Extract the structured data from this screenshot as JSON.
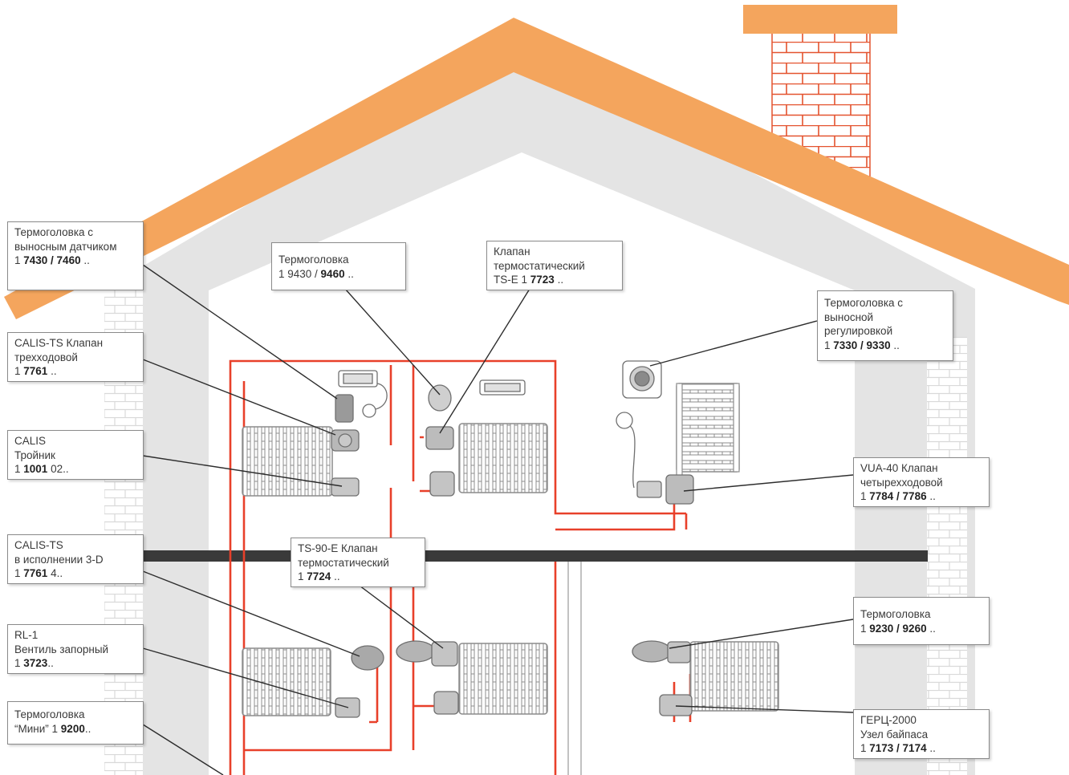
{
  "colors": {
    "roof": "#f4a55d",
    "wall": "#e4e4e4",
    "brick_line": "#e4532f",
    "pipe": "#e8402a",
    "floor": "#3a3a3a",
    "device": "#8c8c8c"
  },
  "callouts": [
    {
      "id": "c1",
      "name": "callout-thermohead-remote-sensor",
      "lines": [
        "Термоголовка с",
        "выносным датчиком"
      ],
      "code_prefix": "1 ",
      "code_bold": "7430 / 7460",
      "code_suffix": " .."
    },
    {
      "id": "c2",
      "name": "callout-calis-ts-three-way",
      "lines": [
        "CALIS-TS Клапан",
        "трехходовой"
      ],
      "code_prefix": "1 ",
      "code_bold": "7761",
      "code_suffix": " .."
    },
    {
      "id": "c3",
      "name": "callout-calis-tee",
      "lines": [
        "CALIS",
        "Тройник"
      ],
      "code_prefix": "1 ",
      "code_bold": "1001",
      "code_suffix": " 02.."
    },
    {
      "id": "c4",
      "name": "callout-calis-ts-3d",
      "lines": [
        "CALIS-TS",
        "в исполнении 3-D"
      ],
      "code_prefix": "1 ",
      "code_bold": "7761",
      "code_suffix": " 4.."
    },
    {
      "id": "c5",
      "name": "callout-rl1-shutoff",
      "lines": [
        "RL-1",
        "Вентиль запорный"
      ],
      "code_prefix": "1 ",
      "code_bold": "3723",
      "code_suffix": ".."
    },
    {
      "id": "c6",
      "name": "callout-thermohead-mini",
      "lines": [
        "Термоголовка"
      ],
      "code_prefix": "“Мини” 1 ",
      "code_bold": "9200",
      "code_suffix": ".."
    },
    {
      "id": "c7",
      "name": "callout-thermohead-9460",
      "lines": [
        "Термоголовка"
      ],
      "code_prefix": "1 9430 / ",
      "code_bold": "9460",
      "code_suffix": " .."
    },
    {
      "id": "c8",
      "name": "callout-ts-e-valve",
      "lines": [
        "Клапан",
        "термостатический"
      ],
      "code_prefix": "TS-E 1 ",
      "code_bold": "7723",
      "code_suffix": " .."
    },
    {
      "id": "c9",
      "name": "callout-thermohead-remote-adjust",
      "lines": [
        "Термоголовка с",
        "выносной",
        "регулировкой"
      ],
      "code_prefix": "1 ",
      "code_bold": "7330 / 9330",
      "code_suffix": " .."
    },
    {
      "id": "c10",
      "name": "callout-vua40-four-way",
      "lines": [
        "VUA-40 Клапан",
        "четырехходовой"
      ],
      "code_prefix": "1 ",
      "code_bold": "7784 / 7786",
      "code_suffix": " .."
    },
    {
      "id": "c11",
      "name": "callout-ts90e-valve",
      "lines": [
        "TS-90-E Клапан",
        "термостатический"
      ],
      "code_prefix": "1 ",
      "code_bold": "7724",
      "code_suffix": " .."
    },
    {
      "id": "c12",
      "name": "callout-thermohead-9260",
      "lines": [
        "Термоголовка"
      ],
      "code_prefix": "1 ",
      "code_bold": "9230 / 9260",
      "code_suffix": " .."
    },
    {
      "id": "c13",
      "name": "callout-herz2000-bypass",
      "lines": [
        "ГЕРЦ-2000",
        "Узел байпаса"
      ],
      "code_prefix": "1 ",
      "code_bold": "7173 / 7174",
      "code_suffix": " .."
    }
  ]
}
